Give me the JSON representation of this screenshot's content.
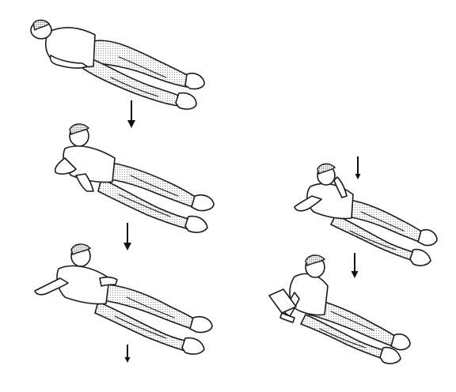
{
  "figure": {
    "panels": [
      {
        "id": "step-1",
        "pose": "lying-flat-on-back"
      },
      {
        "id": "step-2",
        "pose": "propped-on-elbows"
      },
      {
        "id": "step-3",
        "pose": "propped-on-hands"
      },
      {
        "id": "step-4",
        "pose": "propped-on-elbow-turned"
      },
      {
        "id": "step-5",
        "pose": "sitting-up-on-hand"
      }
    ],
    "arrows": 5,
    "colors": {
      "ink": "#1a1a1a",
      "pants_dots": "#8a8a8a",
      "background": "#ffffff"
    }
  }
}
